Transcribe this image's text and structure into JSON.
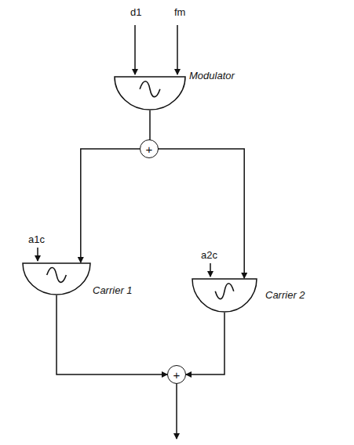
{
  "diagram": {
    "nodes": [
      {
        "text": [
          "Modulator"
        ]
      },
      {
        "text": [
          "+"
        ]
      },
      {
        "text": [
          "Carrier 1"
        ]
      },
      {
        "text": [
          "Carrier 2"
        ]
      },
      {
        "text": [
          "+"
        ]
      }
    ],
    "edges": [
      {
        "from": 0,
        "to": 1,
        "arrow": "to"
      },
      {
        "from": 1,
        "to": 2,
        "arrow": "to"
      },
      {
        "from": 1,
        "to": 3,
        "arrow": "to"
      },
      {
        "from": 2,
        "to": 4,
        "arrow": "to"
      },
      {
        "from": 3,
        "to": 4,
        "arrow": "to"
      }
    ],
    "labels": [
      "d1",
      "fm",
      "a1c",
      "a2c"
    ]
  }
}
